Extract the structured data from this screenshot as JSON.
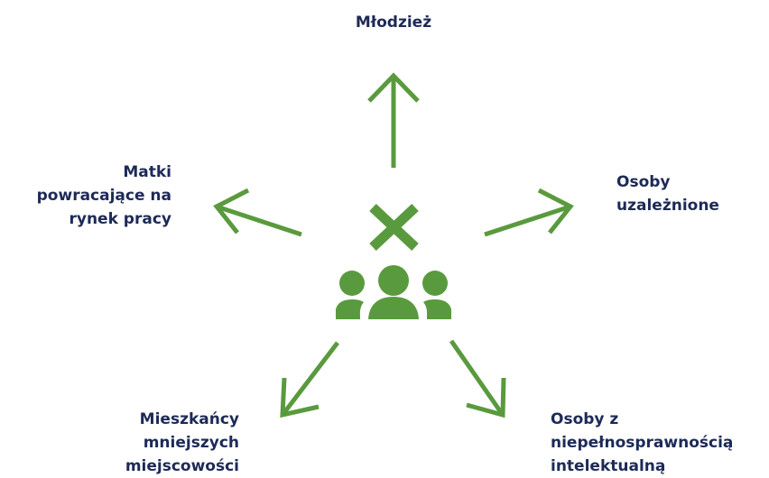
{
  "diagram": {
    "accent_color": "#5a9a3e",
    "text_color": "#1d2a57",
    "center_icons": [
      "x-mark-icon",
      "people-group-icon"
    ],
    "groups": [
      {
        "id": "top",
        "lines": [
          "Młodzież"
        ]
      },
      {
        "id": "left",
        "lines": [
          "Matki",
          "powracające na",
          "rynek pracy"
        ]
      },
      {
        "id": "right",
        "lines": [
          "Osoby",
          "uzależnione"
        ]
      },
      {
        "id": "bottom_left",
        "lines": [
          "Mieszkańcy",
          "mniejszych",
          "miejscowości"
        ]
      },
      {
        "id": "bottom_right",
        "lines": [
          "Osoby z",
          "niepełnosprawnością",
          "intelektualną"
        ]
      }
    ]
  }
}
